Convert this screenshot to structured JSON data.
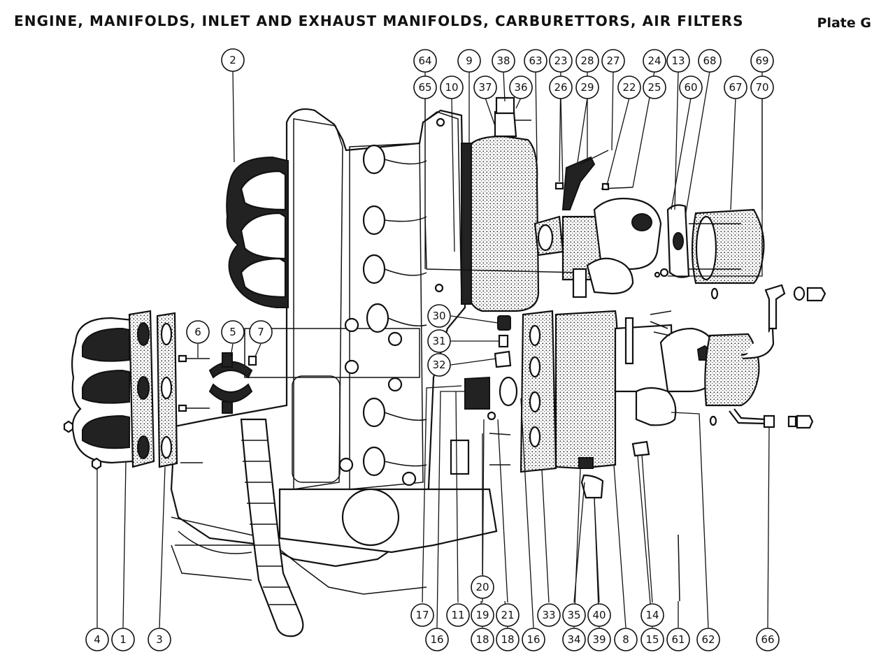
{
  "header": {
    "title": "ENGINE, MANIFOLDS, INLET AND EXHAUST MANIFOLDS, CARBURETTORS, AIR FILTERS",
    "plate": "Plate G"
  },
  "callouts": {
    "c2": "2",
    "c64": "64",
    "c9": "9",
    "c38": "38",
    "c63": "63",
    "c23": "23",
    "c28": "28",
    "c27": "27",
    "c24": "24",
    "c13": "13",
    "c68": "68",
    "c69": "69",
    "c65": "65",
    "c10": "10",
    "c37": "37",
    "c36": "36",
    "c26": "26",
    "c29": "29",
    "c22": "22",
    "c25": "25",
    "c60": "60",
    "c67": "67",
    "c70": "70",
    "c6": "6",
    "c5": "5",
    "c7": "7",
    "c30": "30",
    "c31": "31",
    "c32": "32",
    "c20": "20",
    "c17": "17",
    "c11": "11",
    "c19": "19",
    "c21": "21",
    "c33": "33",
    "c35": "35",
    "c40": "40",
    "c14": "14",
    "c4": "4",
    "c1": "1",
    "c3": "3",
    "c16a": "16",
    "c18a": "18",
    "c18b": "18",
    "c16b": "16",
    "c34": "34",
    "c39": "39",
    "c8": "8",
    "c15": "15",
    "c61": "61",
    "c62": "62",
    "c66": "66"
  }
}
